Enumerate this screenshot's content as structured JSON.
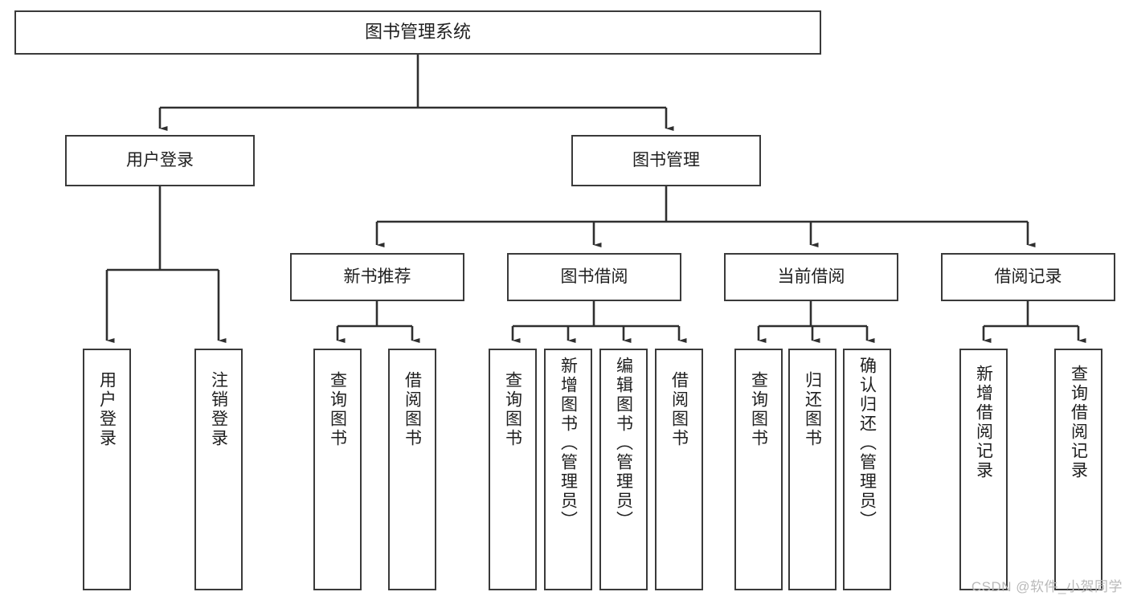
{
  "diagram": {
    "title": "图书管理系统",
    "type": "hierarchy-tree",
    "watermark": "CSDN @软件_小贺同学",
    "colors": {
      "box_border": "#3a3a3a",
      "box_fill": "#ffffff",
      "connector": "#2f2f2f",
      "text": "#1f1f1f",
      "watermark": "#b9b9b9"
    },
    "root": {
      "label": "图书管理系统",
      "name": "node-root"
    },
    "level2": [
      {
        "label": "用户登录",
        "name": "node-user-login"
      },
      {
        "label": "图书管理",
        "name": "node-book-management"
      }
    ],
    "level3": [
      {
        "label": "新书推荐",
        "name": "node-new-book-recommend"
      },
      {
        "label": "图书借阅",
        "name": "node-book-borrow"
      },
      {
        "label": "当前借阅",
        "name": "node-current-borrow"
      },
      {
        "label": "借阅记录",
        "name": "node-borrow-record"
      }
    ],
    "leaves": {
      "user_login": [
        {
          "label": "用户登录",
          "name": "leaf-user-login"
        },
        {
          "label": "注销登录",
          "name": "leaf-logout"
        }
      ],
      "new_book_recommend": [
        {
          "label": "查询图书",
          "name": "leaf-query-book-1"
        },
        {
          "label": "借阅图书",
          "name": "leaf-borrow-book-1"
        }
      ],
      "book_borrow": [
        {
          "label": "查询图书",
          "name": "leaf-query-book-2"
        },
        {
          "label": "新增图书（管理员）",
          "name": "leaf-add-book-admin"
        },
        {
          "label": "编辑图书（管理员）",
          "name": "leaf-edit-book-admin"
        },
        {
          "label": "借阅图书",
          "name": "leaf-borrow-book-2"
        }
      ],
      "current_borrow": [
        {
          "label": "查询图书",
          "name": "leaf-query-book-3"
        },
        {
          "label": "归还图书",
          "name": "leaf-return-book"
        },
        {
          "label": "确认归还（管理员）",
          "name": "leaf-confirm-return-admin"
        }
      ],
      "borrow_record": [
        {
          "label": "新增借阅记录",
          "name": "leaf-add-borrow-record"
        },
        {
          "label": "查询借阅记录",
          "name": "leaf-query-borrow-record"
        }
      ]
    }
  }
}
